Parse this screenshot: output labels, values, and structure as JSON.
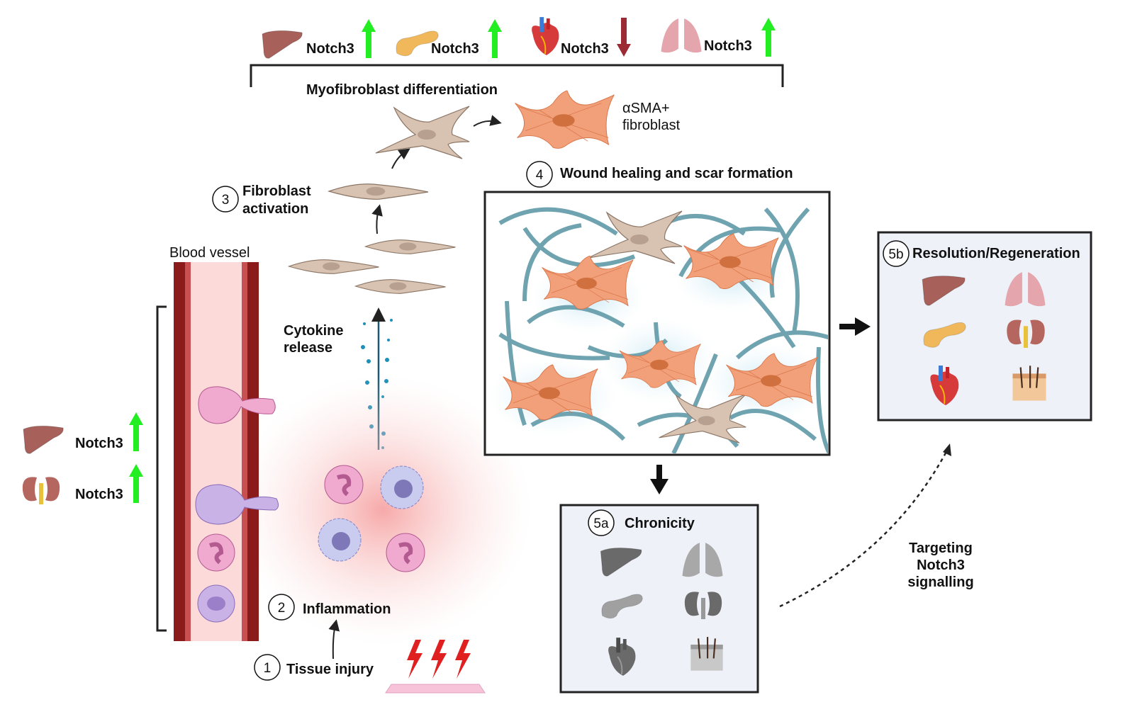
{
  "top_row": {
    "items": [
      {
        "organ": "liver",
        "label": "Notch3",
        "direction": "up"
      },
      {
        "organ": "pancreas",
        "label": "Notch3",
        "direction": "up"
      },
      {
        "organ": "heart",
        "label": "Notch3",
        "direction": "down"
      },
      {
        "organ": "lung",
        "label": "Notch3",
        "direction": "up"
      }
    ]
  },
  "left_row": {
    "items": [
      {
        "organ": "liver",
        "label": "Notch3",
        "direction": "up"
      },
      {
        "organ": "kidney",
        "label": "Notch3",
        "direction": "up"
      }
    ]
  },
  "steps": {
    "s1": {
      "num": "1",
      "label": "Tissue injury"
    },
    "s2": {
      "num": "2",
      "label": "Inflammation"
    },
    "s3": {
      "num": "3",
      "line1": "Fibroblast",
      "line2": "activation"
    },
    "s4": {
      "num": "4",
      "label": "Wound healing and scar formation"
    },
    "s5a": {
      "num": "5a",
      "label": "Chronicity"
    },
    "s5b": {
      "num": "5b",
      "label": "Resolution/Regeneration"
    }
  },
  "labels": {
    "blood_vessel": "Blood vessel",
    "myofibroblast": "Myofibroblast differentiation",
    "asma_line1": "αSMA+",
    "asma_line2": "fibroblast",
    "cytokine_line1": "Cytokine",
    "cytokine_line2": "release",
    "targeting_line1": "Targeting",
    "targeting_line2": "Notch3",
    "targeting_line3": "signalling"
  },
  "colors": {
    "up_arrow": "#22ee22",
    "down_arrow": "#9b2a35",
    "myofibroblast": "#f2a07a",
    "fibroblast": "#d8c2b2",
    "collagen": "#6fa3b0",
    "vessel": "#8b1a1a",
    "panel_bg": "#eef2f8"
  }
}
